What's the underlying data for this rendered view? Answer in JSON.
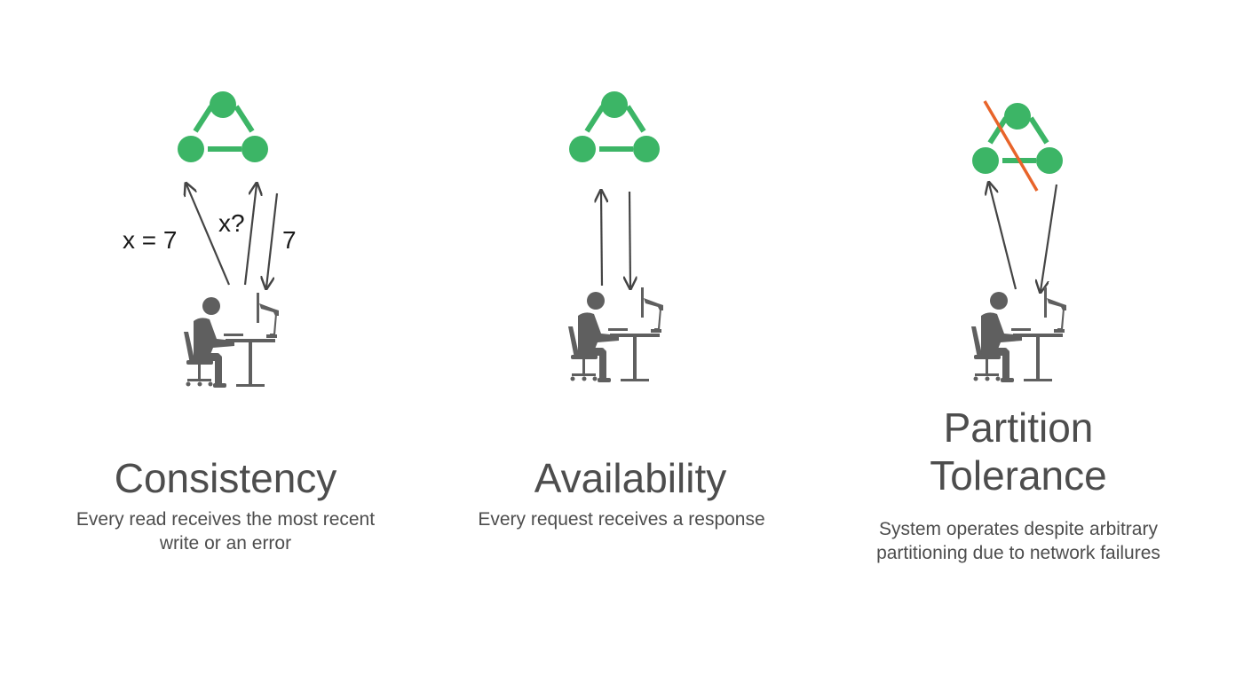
{
  "colors": {
    "node_green": "#3cb566",
    "text_gray": "#4d4d4d",
    "arrow_gray": "#444444",
    "person_gray": "#5f5f5f",
    "partition_orange": "#e8642a"
  },
  "icons": [
    "network-triangle-icon",
    "person-at-desk-icon",
    "arrow-up-icon",
    "arrow-down-icon",
    "partition-line-icon"
  ],
  "columns": [
    {
      "title": "Consistency",
      "description": "Every read receives the most recent write or an error",
      "labels": {
        "write": "x = 7",
        "read": "x?",
        "response": "7"
      }
    },
    {
      "title": "Availability",
      "description": "Every request receives a response"
    },
    {
      "title": "Partition Tolerance",
      "description": "System operates despite arbitrary partitioning due to network failures"
    }
  ]
}
